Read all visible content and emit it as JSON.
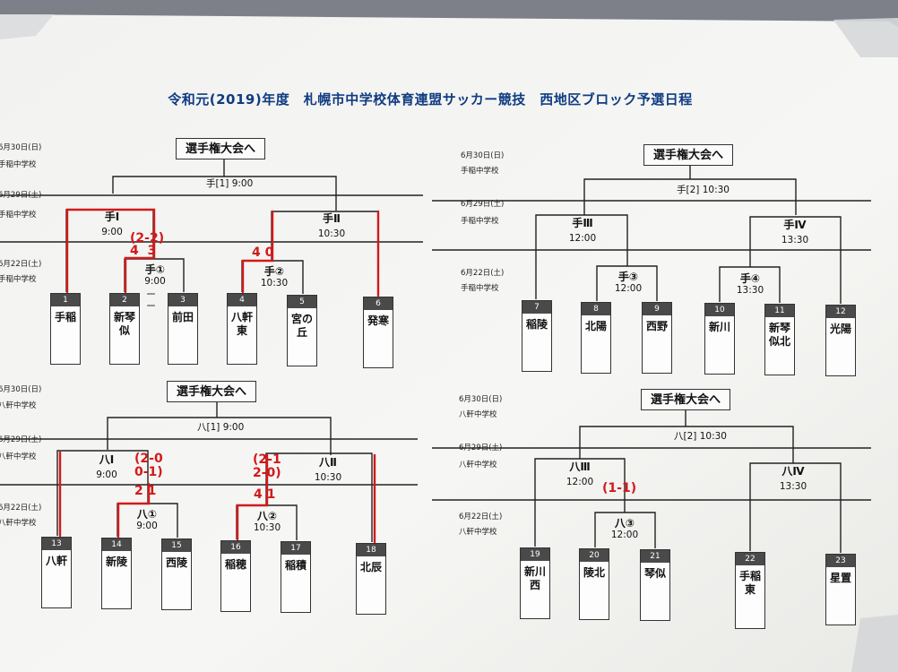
{
  "title": "令和元(2019)年度　札幌市中学校体育連盟サッカー競技　西地区ブロック予選日程",
  "final_label": "選手権大会へ",
  "blocks": {
    "te1": {
      "final_match": "手[1]  9:00",
      "dates": [
        "6月30日(日)",
        "6月29日(土)",
        "6月22日(土)"
      ],
      "venues": [
        "手稲中学校",
        "手稲中学校",
        "手稲中学校"
      ],
      "semi_left": {
        "name": "手Ⅰ",
        "time": "9:00"
      },
      "semi_right": {
        "name": "手Ⅱ",
        "time": "10:30"
      },
      "qf_left": {
        "name": "手①",
        "time": "9:00"
      },
      "qf_right": {
        "name": "手②",
        "time": "10:30"
      },
      "teams": [
        {
          "num": "1",
          "name": "手稲"
        },
        {
          "num": "2",
          "name": "新琴似"
        },
        {
          "num": "3",
          "name": "前田"
        },
        {
          "num": "4",
          "name": "八軒東"
        },
        {
          "num": "5",
          "name": "宮の丘"
        },
        {
          "num": "6",
          "name": "発寒"
        }
      ]
    },
    "te2": {
      "final_match": "手[2]  10:30",
      "dates": [
        "6月30日(日)",
        "6月29日(土)",
        "6月22日(土)"
      ],
      "venues": [
        "手稲中学校",
        "手稲中学校",
        "手稲中学校"
      ],
      "semi_left": {
        "name": "手Ⅲ",
        "time": "12:00"
      },
      "semi_right": {
        "name": "手Ⅳ",
        "time": "13:30"
      },
      "qf_left": {
        "name": "手③",
        "time": "12:00"
      },
      "qf_right": {
        "name": "手④",
        "time": "13:30"
      },
      "teams": [
        {
          "num": "7",
          "name": "稲陵"
        },
        {
          "num": "8",
          "name": "北陽"
        },
        {
          "num": "9",
          "name": "西野"
        },
        {
          "num": "10",
          "name": "新川"
        },
        {
          "num": "11",
          "name": "新琴似北"
        },
        {
          "num": "12",
          "name": "光陽"
        }
      ]
    },
    "ha1": {
      "final_match": "八[1]  9:00",
      "dates": [
        "6月30日(日)",
        "6月29日(土)",
        "6月22日(土)"
      ],
      "venues": [
        "八軒中学校",
        "八軒中学校",
        "八軒中学校"
      ],
      "semi_left": {
        "name": "八Ⅰ",
        "time": "9:00"
      },
      "semi_right": {
        "name": "八Ⅱ",
        "time": "10:30"
      },
      "qf_left": {
        "name": "八①",
        "time": "9:00"
      },
      "qf_right": {
        "name": "八②",
        "time": "10:30"
      },
      "teams": [
        {
          "num": "13",
          "name": "八軒"
        },
        {
          "num": "14",
          "name": "新陵"
        },
        {
          "num": "15",
          "name": "西陵"
        },
        {
          "num": "16",
          "name": "稲穂"
        },
        {
          "num": "17",
          "name": "稲積"
        },
        {
          "num": "18",
          "name": "北辰"
        }
      ]
    },
    "ha2": {
      "final_match": "八[2]  10:30",
      "dates": [
        "6月30日(日)",
        "6月29日(土)",
        "6月22日(土)"
      ],
      "venues": [
        "八軒中学校",
        "八軒中学校",
        "八軒中学校"
      ],
      "semi_left": {
        "name": "八Ⅲ",
        "time": "12:00"
      },
      "semi_right": {
        "name": "八Ⅳ",
        "time": "13:30"
      },
      "qf_only": {
        "name": "八③",
        "time": "12:00"
      },
      "teams": [
        {
          "num": "19",
          "name": "新川西"
        },
        {
          "num": "20",
          "name": "陵北"
        },
        {
          "num": "21",
          "name": "琴似"
        },
        {
          "num": "22",
          "name": "手稲東"
        },
        {
          "num": "23",
          "name": "星置"
        }
      ]
    }
  },
  "annotations": {
    "te1_semi_left": "(2-2)\n4  3",
    "te1_qf_left_marks": "ー\nー",
    "te1_qf_right_score": "4  0",
    "ha1_semi_left": "(2-0\n0-1)",
    "ha1_semi_left_below": "2  1",
    "ha1_semi_right": "(2-1\n2-0)",
    "ha1_qf_right_below": "4  1",
    "ha2_qf": "(1-1)"
  },
  "colors": {
    "ink": "#111111",
    "title": "#0f3c82",
    "red": "#d11a1a",
    "team_number_bg": "#4a4a4a"
  }
}
